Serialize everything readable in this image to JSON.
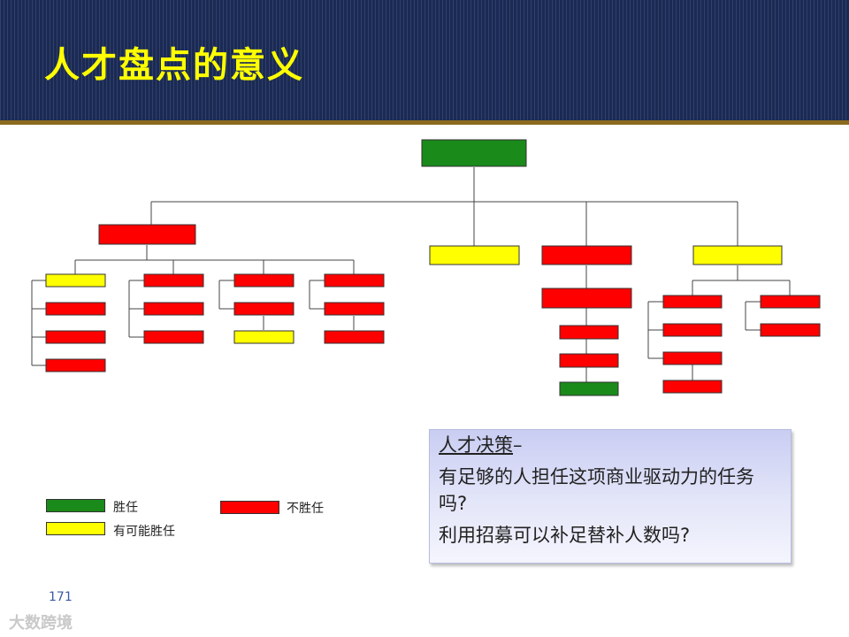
{
  "header": {
    "title": "人才盘点的意义"
  },
  "colors": {
    "green": "#1a8a1a",
    "red": "#ff0000",
    "yellow": "#ffff00",
    "header_bg": "#1a2a55",
    "accent": "#8b6a1f"
  },
  "org_chart": {
    "nodes": [
      {
        "id": "ceo",
        "status": "green"
      },
      {
        "id": "d1",
        "status": "red"
      },
      {
        "id": "d2",
        "status": "yellow"
      },
      {
        "id": "d3",
        "status": "red"
      },
      {
        "id": "d4",
        "status": "yellow"
      },
      {
        "id": "d1m1",
        "status": "yellow"
      },
      {
        "id": "d1m1a",
        "status": "red"
      },
      {
        "id": "d1m1b",
        "status": "red"
      },
      {
        "id": "d1m1c",
        "status": "red"
      },
      {
        "id": "d1m2",
        "status": "red"
      },
      {
        "id": "d1m2a",
        "status": "red"
      },
      {
        "id": "d1m2b",
        "status": "red"
      },
      {
        "id": "d1m3",
        "status": "red"
      },
      {
        "id": "d1m3a",
        "status": "red"
      },
      {
        "id": "d1m3b",
        "status": "yellow"
      },
      {
        "id": "d1m4",
        "status": "red"
      },
      {
        "id": "d1m4a",
        "status": "red"
      },
      {
        "id": "d1m4b",
        "status": "red"
      },
      {
        "id": "d3s",
        "status": "red"
      },
      {
        "id": "d3s1",
        "status": "red"
      },
      {
        "id": "d3s2",
        "status": "red"
      },
      {
        "id": "d3s3",
        "status": "green"
      },
      {
        "id": "d4m1",
        "status": "red"
      },
      {
        "id": "d4m1a",
        "status": "red"
      },
      {
        "id": "d4m1b",
        "status": "red"
      },
      {
        "id": "d4m1c",
        "status": "red"
      },
      {
        "id": "d4m2",
        "status": "red"
      },
      {
        "id": "d4m2a",
        "status": "red"
      }
    ]
  },
  "legend": {
    "competent": "胜任",
    "not_competent": "不胜任",
    "possibly_competent": "有可能胜任"
  },
  "callout": {
    "heading": "人才决策",
    "dash": "–",
    "line1": "有足够的人担任这项商业驱动力的任务吗?",
    "line2": "利用招募可以补足替补人数吗?"
  },
  "footer": {
    "page_number": "171",
    "watermark": "大数跨境"
  }
}
